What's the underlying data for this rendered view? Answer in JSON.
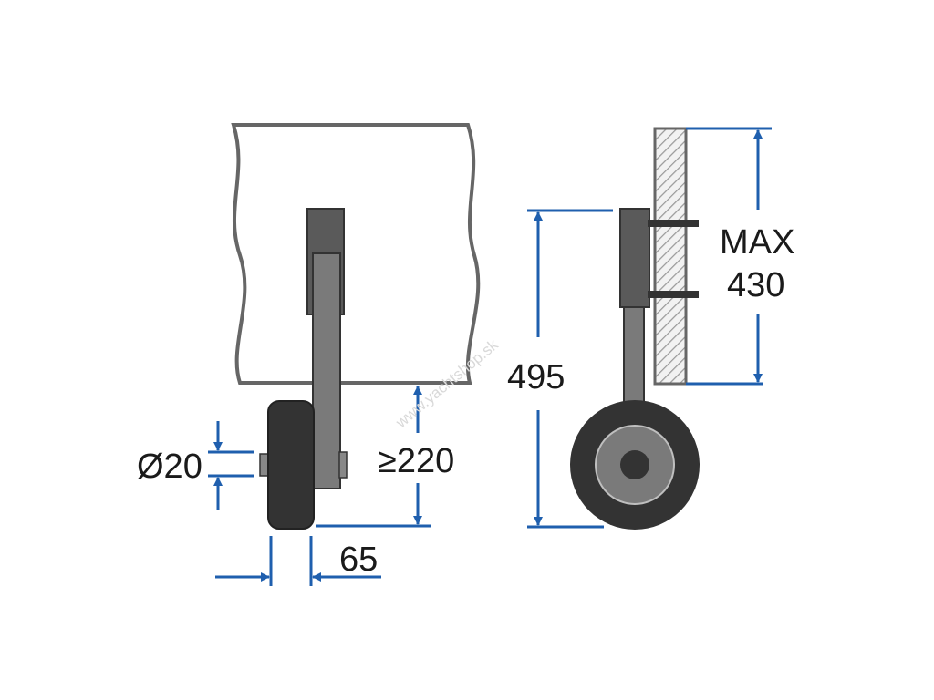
{
  "labels": {
    "diameter": "Ø20",
    "min_height": "≥220",
    "offset": "65",
    "total_height": "495",
    "max_word": "MAX",
    "max_value": "430"
  },
  "watermark": "www.yachtshop.sk",
  "colors": {
    "dimension_line": "#1f5fae",
    "outline": "#555555",
    "bracket_dark": "#5a5a5a",
    "arm": "#777777",
    "tire": "#333333",
    "hub": "#777777",
    "text": "#1a1a1a"
  }
}
